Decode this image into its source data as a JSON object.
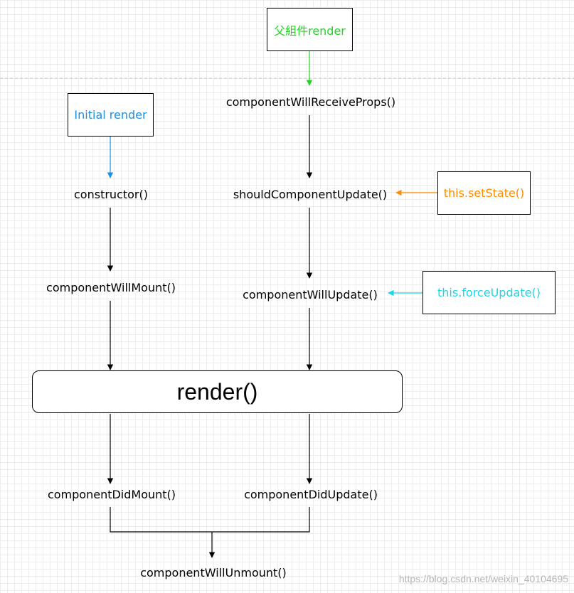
{
  "trigger_boxes": {
    "parent_render": "父組件render",
    "initial_render": "Initial render",
    "set_state": "this.setState()",
    "force_update": "this.forceUpdate()"
  },
  "mount_column": {
    "constructor": "constructor()",
    "will_mount": "componentWillMount()",
    "did_mount": "componentDidMount()"
  },
  "update_column": {
    "will_receive_props": "componentWillReceiveProps()",
    "should_update": "shouldComponentUpdate()",
    "will_update": "componentWillUpdate()",
    "did_update": "componentDidUpdate()"
  },
  "render_label": "render()",
  "unmount_label": "componentWillUnmount()",
  "watermark": "https://blog.csdn.net/weixin_40104695",
  "colors": {
    "parent_render": "#22d322",
    "initial_render": "#1e8fe0",
    "set_state": "#ff8c00",
    "force_update": "#18d6e6",
    "lines": "#000000",
    "dashed_separator": "#c8c8c8"
  }
}
